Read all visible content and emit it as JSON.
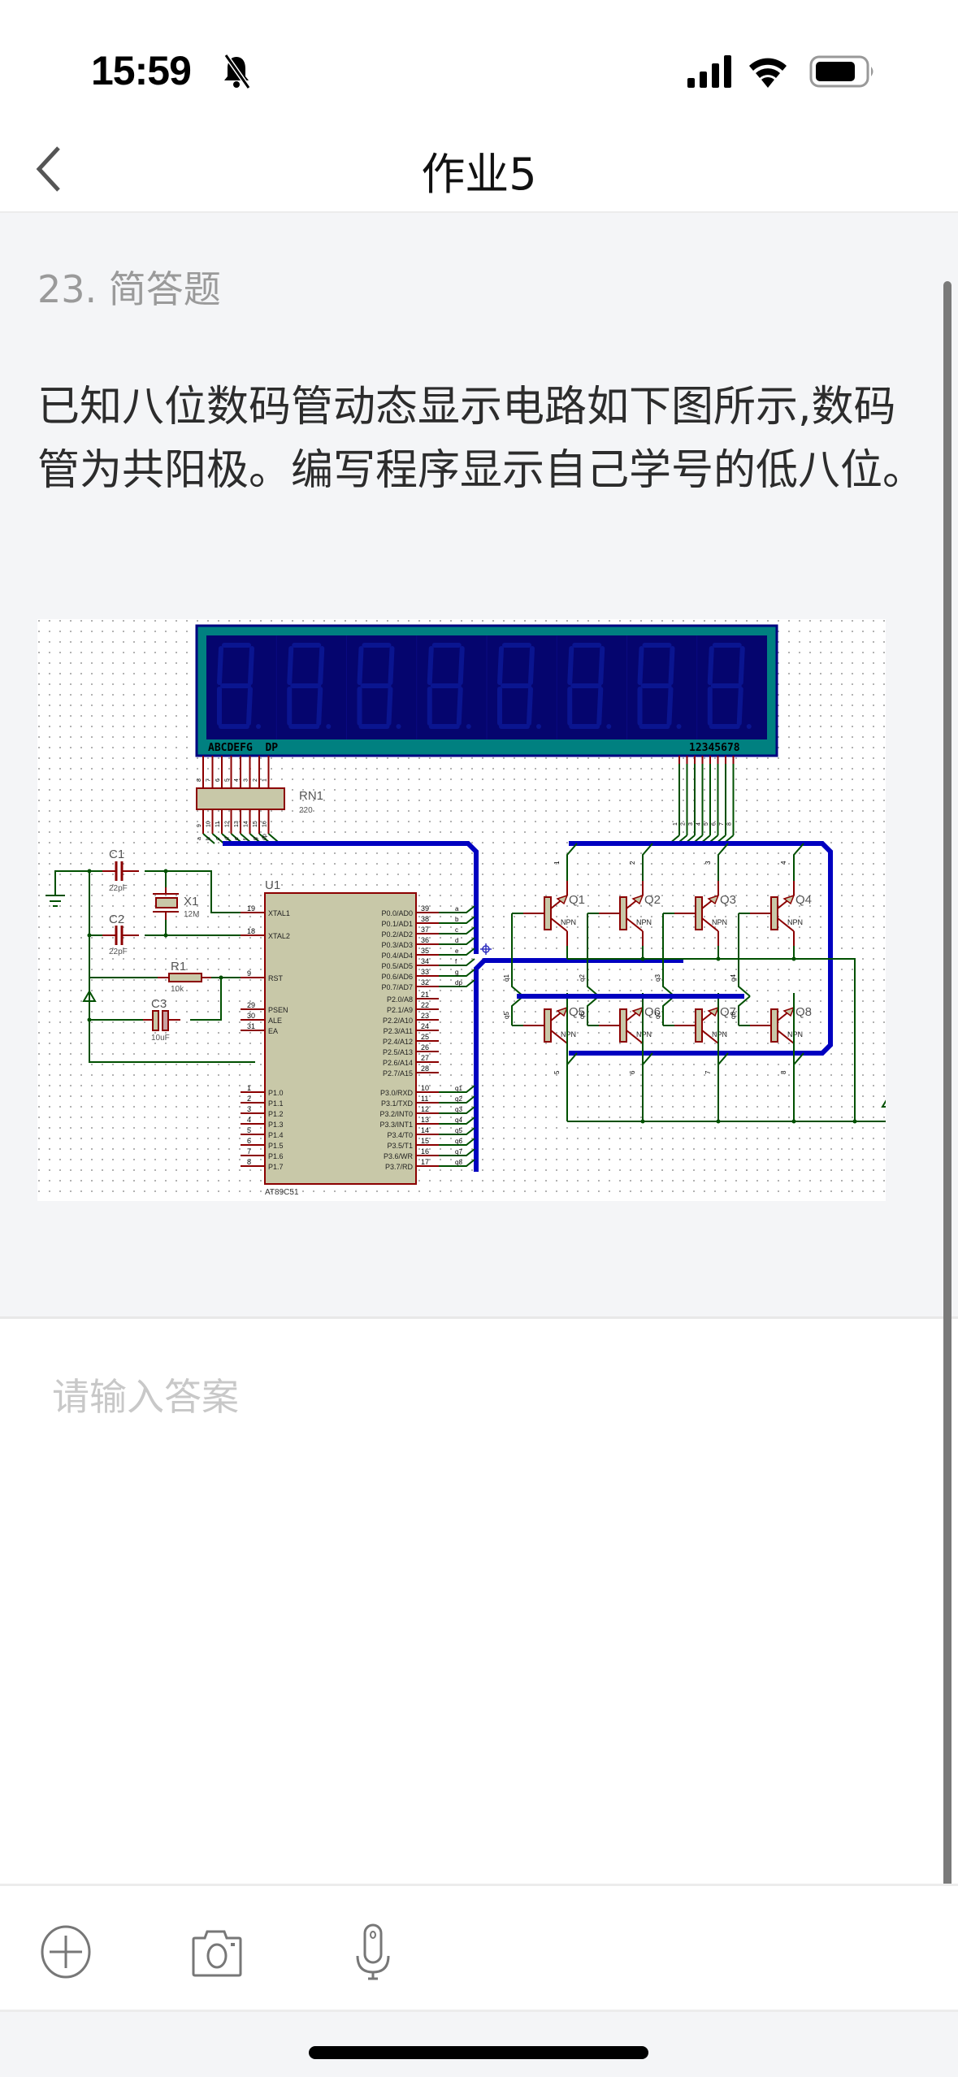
{
  "status_bar": {
    "time": "15:59",
    "icons": [
      "bell-slash-icon",
      "cellular-signal-icon",
      "wifi-icon",
      "battery-icon"
    ]
  },
  "nav": {
    "title": "作业5",
    "back_icon": "chevron-left-icon"
  },
  "question": {
    "number_label": "23. 简答题",
    "text": "已知八位数码管动态显示电路如下图所示,数码管为共阳极。编写程序显示自己学号的低八位。",
    "diagram": {
      "display": {
        "segment_label": "ABCDEFG  DP",
        "digit_label": "12345678",
        "digit_count": 8
      },
      "rn1": {
        "name": "RN1",
        "value": "220",
        "top_pins": [
          "8",
          "7",
          "6",
          "5",
          "4",
          "3",
          "2",
          "1"
        ],
        "bottom_pins": [
          "9",
          "10",
          "11",
          "12",
          "13",
          "14",
          "15",
          "16"
        ],
        "nets": [
          "a",
          "b",
          "c",
          "d",
          "e",
          "f",
          "g",
          "dp"
        ]
      },
      "c1": {
        "name": "C1",
        "value": "22pF"
      },
      "c2": {
        "name": "C2",
        "value": "22pF"
      },
      "c3": {
        "name": "C3",
        "value": "10uF"
      },
      "x1": {
        "name": "X1",
        "value": "12M"
      },
      "r1": {
        "name": "R1",
        "value": "10k"
      },
      "u1": {
        "name": "U1",
        "part": "AT89C51",
        "left_pins": [
          {
            "num": "19",
            "label": "XTAL1"
          },
          {
            "num": "18",
            "label": "XTAL2"
          },
          {
            "num": "9",
            "label": "RST"
          },
          {
            "num": "29",
            "label": "PSEN"
          },
          {
            "num": "30",
            "label": "ALE"
          },
          {
            "num": "31",
            "label": "EA"
          },
          {
            "num": "1",
            "label": "P1.0"
          },
          {
            "num": "2",
            "label": "P1.1"
          },
          {
            "num": "3",
            "label": "P1.2"
          },
          {
            "num": "4",
            "label": "P1.3"
          },
          {
            "num": "5",
            "label": "P1.4"
          },
          {
            "num": "6",
            "label": "P1.5"
          },
          {
            "num": "7",
            "label": "P1.6"
          },
          {
            "num": "8",
            "label": "P1.7"
          }
        ],
        "right_pins_p0": [
          {
            "num": "39",
            "label": "P0.0/AD0",
            "net": "a"
          },
          {
            "num": "38",
            "label": "P0.1/AD1",
            "net": "b"
          },
          {
            "num": "37",
            "label": "P0.2/AD2",
            "net": "c"
          },
          {
            "num": "36",
            "label": "P0.3/AD3",
            "net": "d"
          },
          {
            "num": "35",
            "label": "P0.4/AD4",
            "net": "e"
          },
          {
            "num": "34",
            "label": "P0.5/AD5",
            "net": "f"
          },
          {
            "num": "33",
            "label": "P0.6/AD6",
            "net": "g"
          },
          {
            "num": "32",
            "label": "P0.7/AD7",
            "net": "dp"
          }
        ],
        "right_pins_p2": [
          {
            "num": "21",
            "label": "P2.0/A8"
          },
          {
            "num": "22",
            "label": "P2.1/A9"
          },
          {
            "num": "23",
            "label": "P2.2/A10"
          },
          {
            "num": "24",
            "label": "P2.3/A11"
          },
          {
            "num": "25",
            "label": "P2.4/A12"
          },
          {
            "num": "26",
            "label": "P2.5/A13"
          },
          {
            "num": "27",
            "label": "P2.6/A14"
          },
          {
            "num": "28",
            "label": "P2.7/A15"
          }
        ],
        "right_pins_p3": [
          {
            "num": "10",
            "label": "P3.0/RXD",
            "net": "q1"
          },
          {
            "num": "11",
            "label": "P3.1/TXD",
            "net": "q2"
          },
          {
            "num": "12",
            "label": "P3.2/INT0",
            "net": "q3"
          },
          {
            "num": "13",
            "label": "P3.3/INT1",
            "net": "q4"
          },
          {
            "num": "14",
            "label": "P3.4/T0",
            "net": "q5"
          },
          {
            "num": "15",
            "label": "P3.5/T1",
            "net": "q6"
          },
          {
            "num": "16",
            "label": "P3.6/WR",
            "net": "q7"
          },
          {
            "num": "17",
            "label": "P3.7/RD",
            "net": "q8"
          }
        ]
      },
      "transistors": [
        {
          "name": "Q1",
          "type": "NPN",
          "base_net": "q1",
          "collector_net": "1"
        },
        {
          "name": "Q2",
          "type": "NPN",
          "base_net": "q2",
          "collector_net": "2"
        },
        {
          "name": "Q3",
          "type": "NPN",
          "base_net": "q3",
          "collector_net": "3"
        },
        {
          "name": "Q4",
          "type": "NPN",
          "base_net": "q4",
          "collector_net": "4"
        },
        {
          "name": "Q5",
          "type": "NPN",
          "base_net": "q5",
          "collector_net": "5"
        },
        {
          "name": "Q6",
          "type": "NPN",
          "base_net": "q6",
          "collector_net": "6"
        },
        {
          "name": "Q7",
          "type": "NPN",
          "base_net": "q7",
          "collector_net": "7"
        },
        {
          "name": "Q8",
          "type": "NPN",
          "base_net": "q8",
          "collector_net": "8"
        }
      ],
      "colors": {
        "display_frame": "#008080",
        "display_glass": "#05056e",
        "segment_dim": "#0a1590",
        "bus": "#0000c0",
        "wire": "#005000",
        "pin": "#8b0000",
        "body": "#c8c8a8"
      }
    }
  },
  "answer": {
    "placeholder": "请输入答案",
    "value": ""
  },
  "toolbar": {
    "add_icon": "plus-circle-icon",
    "camera_icon": "camera-icon",
    "mic_icon": "microphone-icon"
  }
}
